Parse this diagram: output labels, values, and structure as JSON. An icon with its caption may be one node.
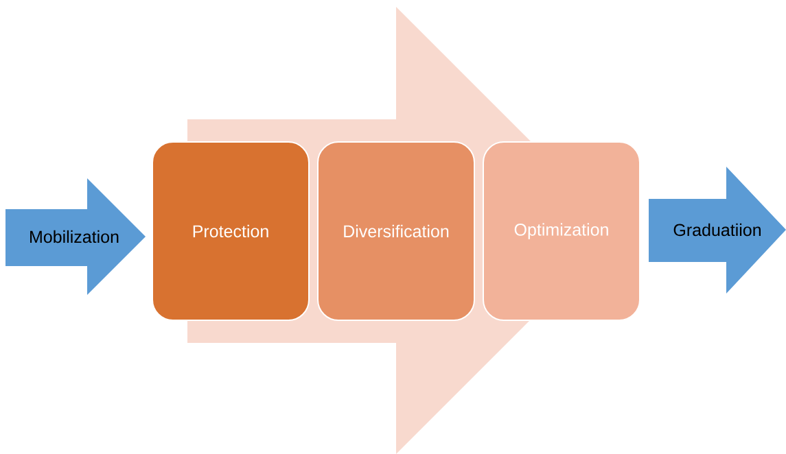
{
  "diagram": {
    "nodes": [
      {
        "text": [
          "Mobilization"
        ]
      },
      {
        "text": [
          "Protection"
        ]
      },
      {
        "text": [
          "Diversification"
        ]
      },
      {
        "text": [
          "Optimization"
        ]
      },
      {
        "text": [
          "Graduatiion"
        ]
      }
    ],
    "edges": [
      {
        "from": 1,
        "to": 3,
        "arrow": "to"
      }
    ]
  }
}
